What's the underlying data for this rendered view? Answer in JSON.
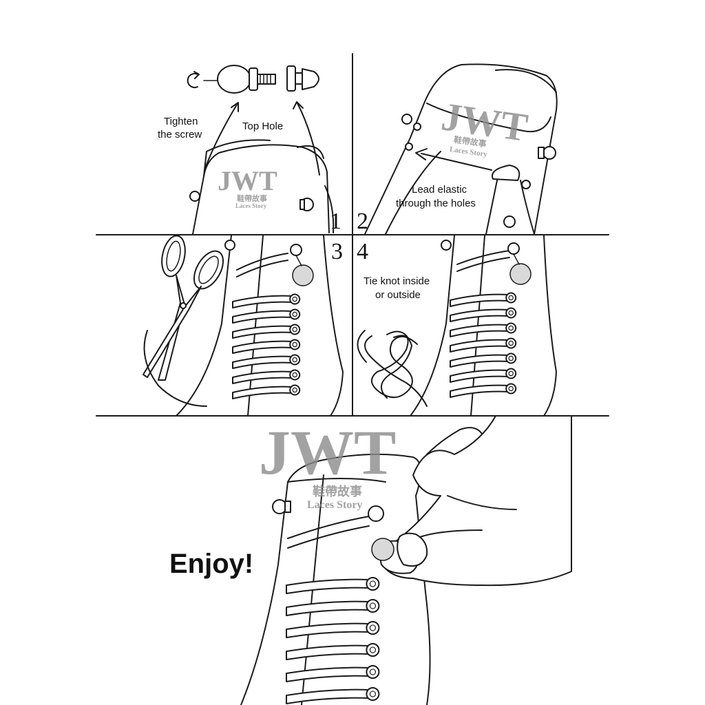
{
  "watermark": {
    "brand": "JWT",
    "chinese": "鞋帶故事",
    "english": "Laces Story"
  },
  "steps": [
    {
      "number": "1",
      "labels": [
        "Tighten",
        "the screw",
        "Top Hole"
      ]
    },
    {
      "number": "2",
      "labels": [
        "Lead elastic",
        "through the  holes"
      ]
    },
    {
      "number": "3",
      "labels": []
    },
    {
      "number": "4",
      "labels": [
        "Tie knot inside",
        "or outside"
      ]
    }
  ],
  "final": {
    "caption": "Enjoy!"
  },
  "icons": [
    "rotate-arrow-icon",
    "scissors-icon",
    "knot-icon",
    "hand-icon"
  ],
  "colors": {
    "ink": "#1a1a1a",
    "watermark": "#8c8c8c",
    "background": "#ffffff"
  }
}
